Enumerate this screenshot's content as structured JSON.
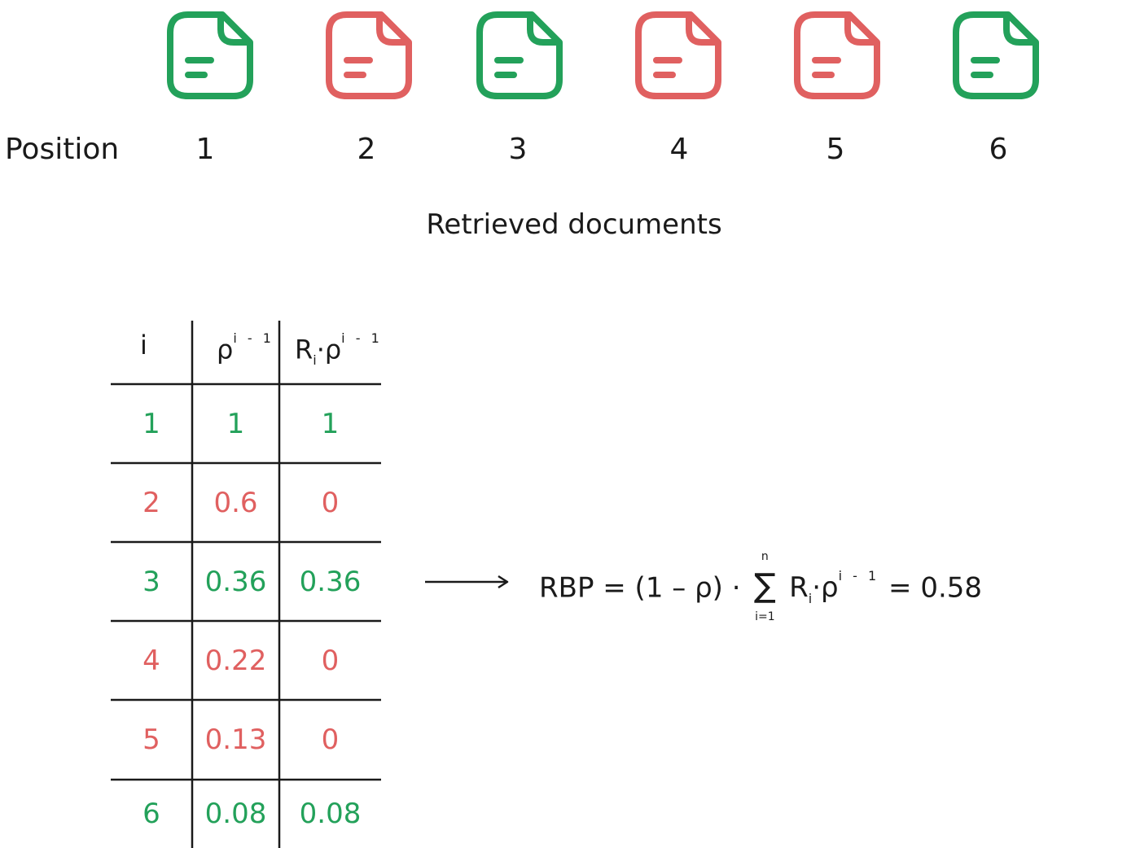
{
  "colors": {
    "relevant": "#23a15a",
    "non_relevant": "#e06060",
    "text": "#1a1a1a"
  },
  "documents": [
    {
      "position": "1",
      "relevant": true,
      "icon": "document-icon"
    },
    {
      "position": "2",
      "relevant": false,
      "icon": "document-icon"
    },
    {
      "position": "3",
      "relevant": true,
      "icon": "document-icon"
    },
    {
      "position": "4",
      "relevant": false,
      "icon": "document-icon"
    },
    {
      "position": "5",
      "relevant": false,
      "icon": "document-icon"
    },
    {
      "position": "6",
      "relevant": true,
      "icon": "document-icon"
    }
  ],
  "position_label": "Position",
  "caption": "Retrieved documents",
  "table": {
    "headers": {
      "col1": "i",
      "col2_base": "ρ",
      "col2_exp": "i - 1",
      "col3_R": "R",
      "col3_sub": "i",
      "col3_dot": "·",
      "col3_base": "ρ",
      "col3_exp": "i - 1"
    },
    "rows": [
      {
        "i": "1",
        "p": "1",
        "rp": "1",
        "relevant": true
      },
      {
        "i": "2",
        "p": "0.6",
        "rp": "0",
        "relevant": false
      },
      {
        "i": "3",
        "p": "0.36",
        "rp": "0.36",
        "relevant": true
      },
      {
        "i": "4",
        "p": "0.22",
        "rp": "0",
        "relevant": false
      },
      {
        "i": "5",
        "p": "0.13",
        "rp": "0",
        "relevant": false
      },
      {
        "i": "6",
        "p": "0.08",
        "rp": "0.08",
        "relevant": true
      }
    ]
  },
  "formula": {
    "lhs": "RBP = (1 – ρ) ·",
    "sigma": "∑",
    "sum_upper": "n",
    "sum_lower": "i=1",
    "R": "R",
    "R_sub": "i",
    "dot": "·",
    "base": "ρ",
    "exp": "i - 1",
    "rhs": "= 0.58"
  }
}
